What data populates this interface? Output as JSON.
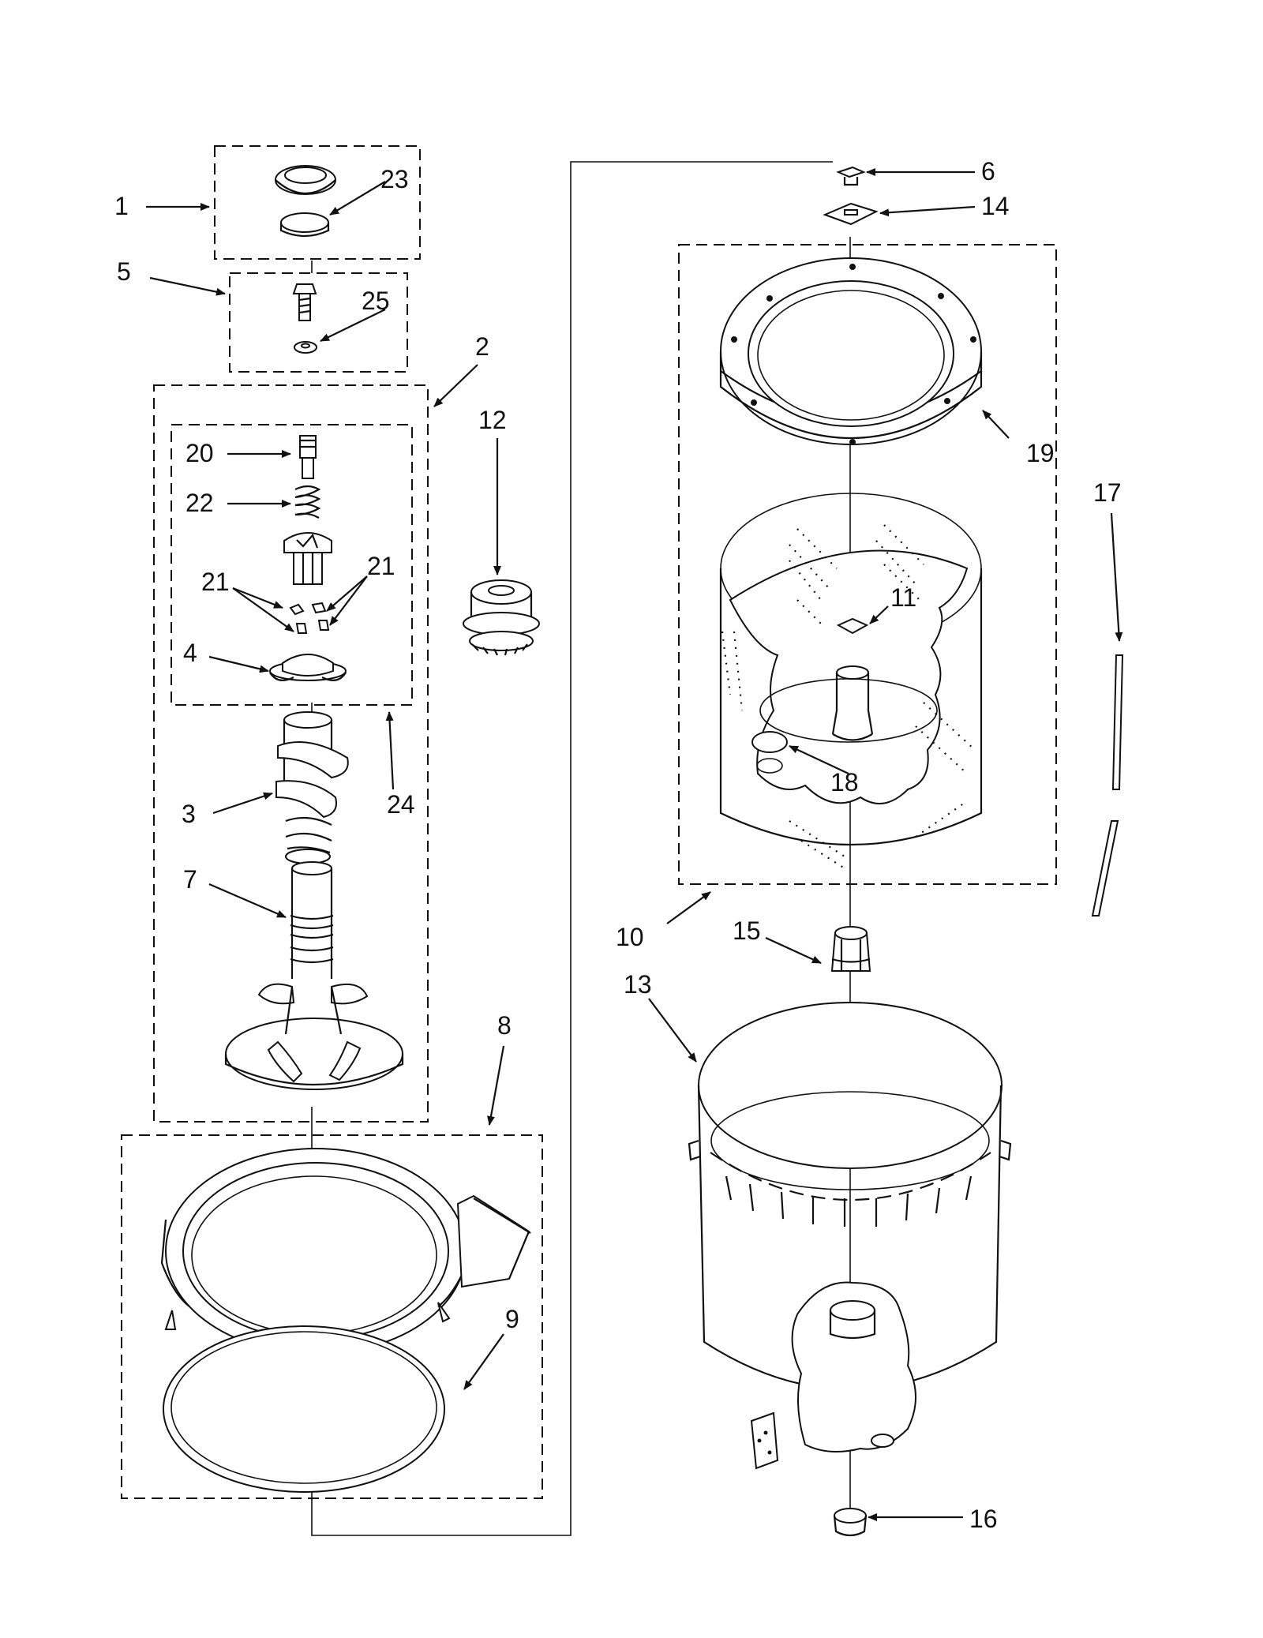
{
  "diagram": {
    "callouts": [
      "1",
      "2",
      "3",
      "4",
      "5",
      "6",
      "7",
      "8",
      "9",
      "10",
      "11",
      "12",
      "13",
      "14",
      "15",
      "16",
      "17",
      "18",
      "19",
      "20",
      "21",
      "21",
      "22",
      "23",
      "24",
      "25"
    ]
  }
}
